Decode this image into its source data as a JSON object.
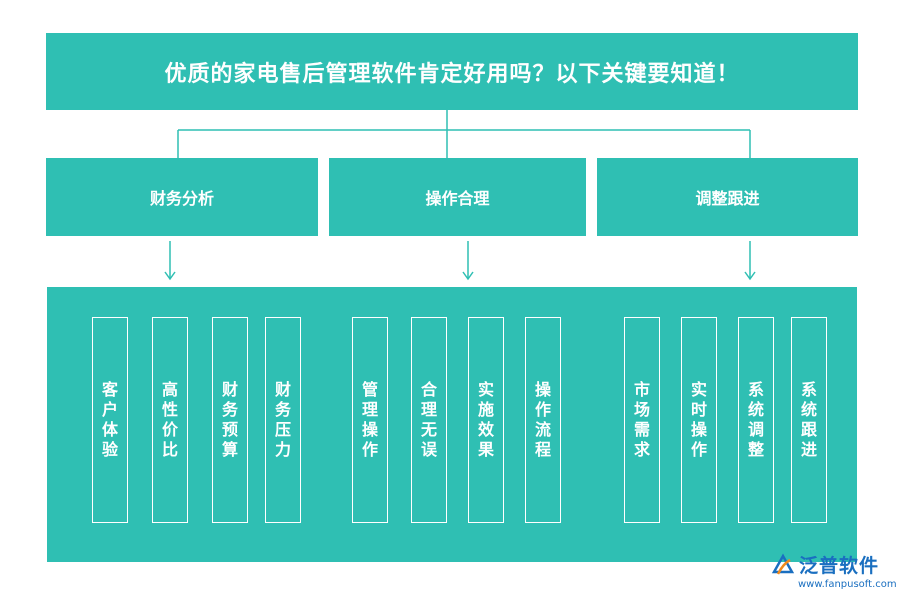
{
  "title": "优质的家电售后管理软件肯定好用吗？以下关键要知道！",
  "categories": [
    {
      "label": "财务分析",
      "items": [
        "客户体验",
        "高性价比",
        "财务预算",
        "财务压力"
      ]
    },
    {
      "label": "操作合理",
      "items": [
        "管理操作",
        "合理无误",
        "实施效果",
        "操作流程"
      ]
    },
    {
      "label": "调整跟进",
      "items": [
        "市场需求",
        "实时操作",
        "系统调整",
        "系统跟进"
      ]
    }
  ],
  "logo": {
    "name": "泛普软件",
    "url": "www.fanpusoft.com",
    "color": "#1a6fc0"
  },
  "colors": {
    "teal": "#2fbfb3",
    "line": "#2fbfb3",
    "text": "#ffffff"
  }
}
